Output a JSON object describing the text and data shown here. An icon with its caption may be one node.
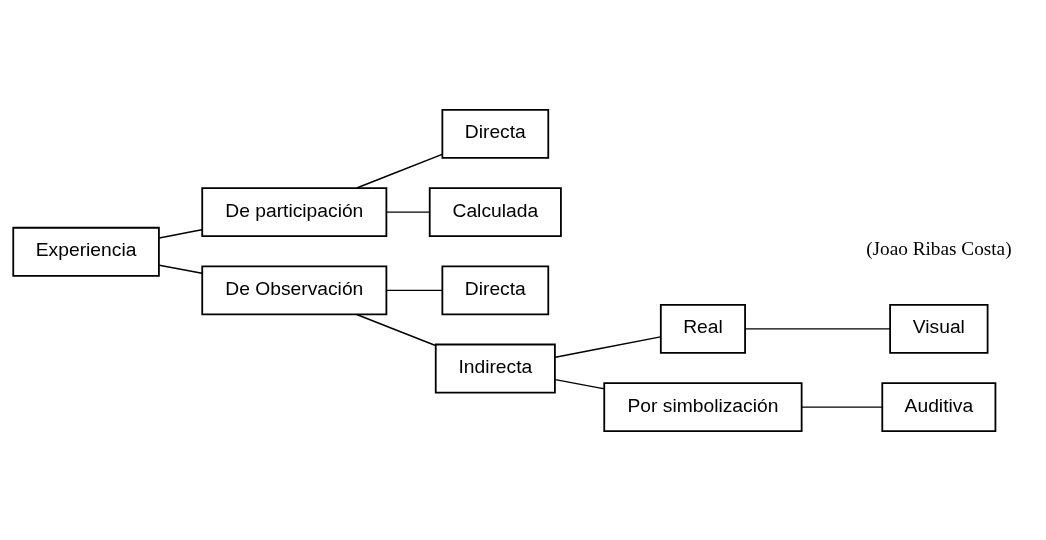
{
  "diagram": {
    "nodes": [
      {
        "text": [
          "Experiencia"
        ]
      },
      {
        "text": [
          "De participación"
        ]
      },
      {
        "text": [
          "Directa"
        ]
      },
      {
        "text": [
          "Calculada"
        ]
      },
      {
        "text": [
          "De Observación"
        ]
      },
      {
        "text": [
          "Directa"
        ]
      },
      {
        "text": [
          "Indirecta"
        ]
      },
      {
        "text": [
          "Real"
        ]
      },
      {
        "text": [
          "Visual"
        ]
      },
      {
        "text": [
          "Por simbolización"
        ]
      },
      {
        "text": [
          "Auditiva"
        ]
      }
    ],
    "edges": [
      {
        "from": 0,
        "to": 1,
        "arrow": "none"
      },
      {
        "from": 1,
        "to": 2,
        "arrow": "none"
      },
      {
        "from": 1,
        "to": 3,
        "arrow": "none"
      },
      {
        "from": 0,
        "to": 4,
        "arrow": "none"
      },
      {
        "from": 4,
        "to": 5,
        "arrow": "none"
      },
      {
        "from": 4,
        "to": 6,
        "arrow": "none"
      },
      {
        "from": 6,
        "to": 7,
        "arrow": "none"
      },
      {
        "from": 7,
        "to": 8,
        "arrow": "none"
      },
      {
        "from": 6,
        "to": 9,
        "arrow": "none"
      },
      {
        "from": 9,
        "to": 10,
        "arrow": "none"
      }
    ],
    "labels": [
      "(Joao Ribas Costa)"
    ]
  }
}
